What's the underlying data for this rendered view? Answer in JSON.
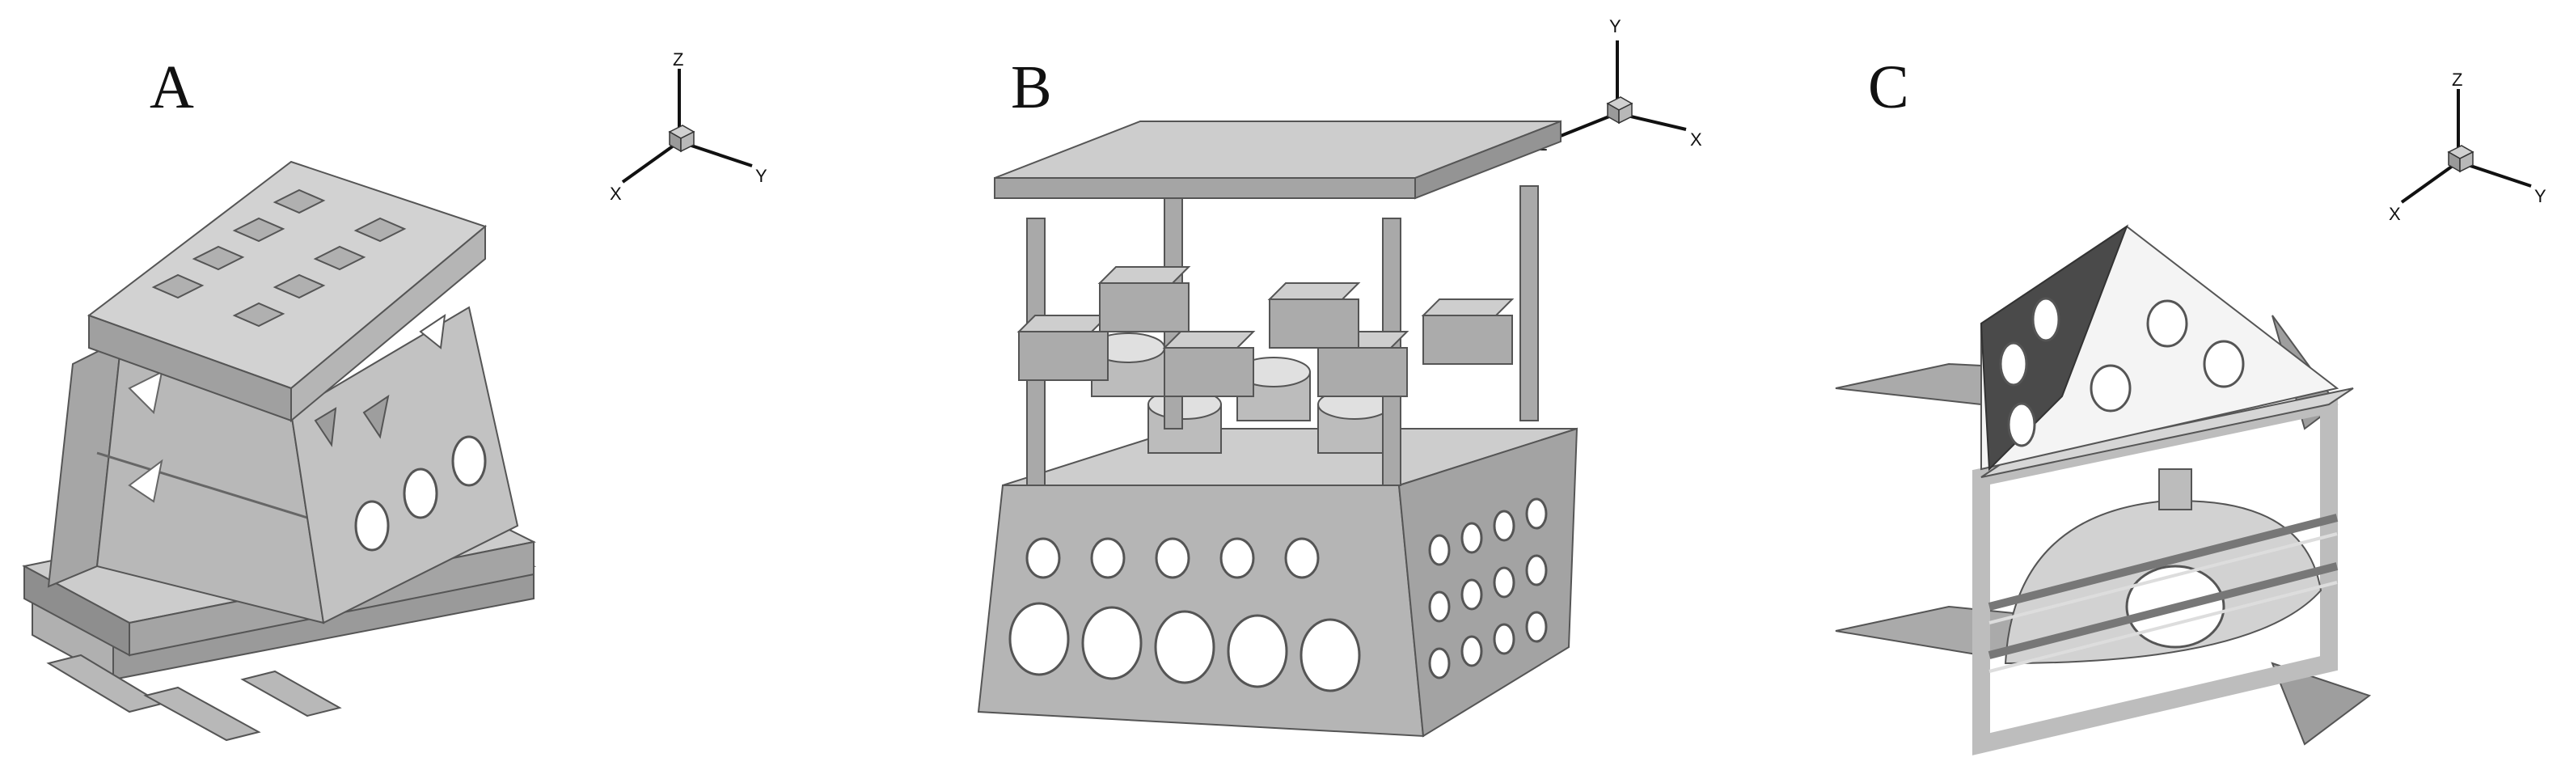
{
  "figure": {
    "panels": [
      {
        "label": "A",
        "axes": {
          "up": "Z",
          "left": "X",
          "right": "Y"
        }
      },
      {
        "label": "B",
        "axes": {
          "up": "Y",
          "left": "Z",
          "right": "X"
        }
      },
      {
        "label": "C",
        "axes": {
          "up": "Z",
          "left": "X",
          "right": "Y"
        }
      }
    ]
  },
  "colors": {
    "top": "#cfcfcf",
    "front": "#b3b3b3",
    "side": "#959595",
    "dark": "#6f6f6f",
    "edge": "#555555",
    "hole": "#ffffff"
  }
}
